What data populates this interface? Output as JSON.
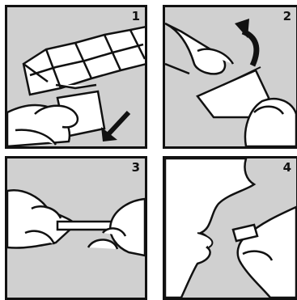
{
  "panels": [
    {
      "number": "1",
      "step": "tear-off-strip"
    },
    {
      "number": "2",
      "step": "peel-film"
    },
    {
      "number": "3",
      "step": "remove-film"
    },
    {
      "number": "4",
      "step": "place-on-tongue"
    }
  ],
  "colors": {
    "background": "#d0d0d0",
    "line": "#111111",
    "fill": "#ffffff"
  },
  "icons": [
    "hand-icon",
    "strip-icon",
    "arrow-down-left-icon",
    "curved-arrow-up-icon",
    "face-profile-icon"
  ]
}
